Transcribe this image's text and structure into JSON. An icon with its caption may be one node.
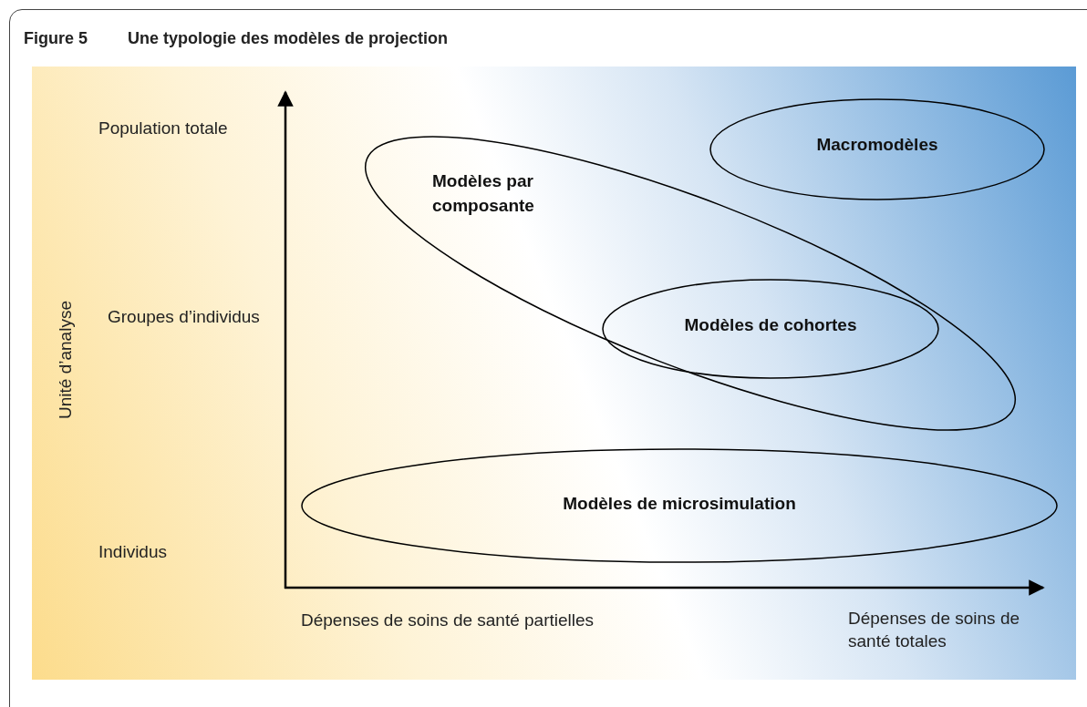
{
  "diagram": {
    "title": "Une typologie des modèles de projection",
    "nodes": [
      {
        "text": [
          "Macromodèles"
        ]
      },
      {
        "text": [
          "Modèles par composante"
        ]
      },
      {
        "text": [
          "Modèles de cohortes"
        ],
        "in": 1
      },
      {
        "text": [
          "Modèles de microsimulation"
        ]
      }
    ],
    "labels": [
      "Figure 5",
      "Population totale",
      "Groupes d’individus",
      "Unité d’analyse",
      "Individus",
      "Dépenses de soins de santé partielles",
      "Dépenses de soins de santé totales"
    ]
  }
}
